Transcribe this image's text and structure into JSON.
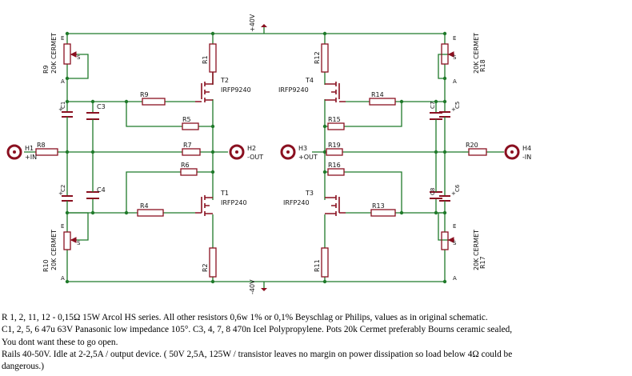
{
  "rails": {
    "positive": "+40V",
    "negative": "-40V"
  },
  "transistors": {
    "t1": {
      "ref": "T1",
      "part": "IRFP240"
    },
    "t2": {
      "ref": "T2",
      "part": "IRFP9240"
    },
    "t3": {
      "ref": "T3",
      "part": "IRFP240"
    },
    "t4": {
      "ref": "T4",
      "part": "IRFP9240"
    }
  },
  "resistors": {
    "r1": "R1",
    "r2": "R2",
    "r4": "R4",
    "r5": "R5",
    "r6": "R6",
    "r7": "R7",
    "r8": "R8",
    "r9": "R9",
    "r11": "R11",
    "r12": "R12",
    "r13": "R13",
    "r14": "R14",
    "r15": "R15",
    "r16": "R16",
    "r19": "R19",
    "r20": "R20"
  },
  "pots": {
    "r9_top": {
      "ref": "R9",
      "value": "20K CERMET"
    },
    "r10": {
      "ref": "R10",
      "value": "20K CERMET"
    },
    "r18": {
      "ref": "R18",
      "value": "20K CERMET"
    },
    "r17": {
      "ref": "R17",
      "value": "20K CERMET"
    },
    "pin_e": "E",
    "pin_a": "A",
    "pin_s": "S"
  },
  "capacitors": {
    "c1": "C1",
    "c2": "C2",
    "c3": "C3",
    "c4": "C4",
    "c5": "C5",
    "c6": "C6",
    "c7": "C7",
    "c8": "C8",
    "plus": "+"
  },
  "connectors": {
    "h1": {
      "ref": "H1",
      "net": "+IN"
    },
    "h2": {
      "ref": "H2",
      "net": "-OUT"
    },
    "h3": {
      "ref": "H3",
      "net": "+OUT"
    },
    "h4": {
      "ref": "H4",
      "net": "-IN"
    }
  },
  "notes": {
    "line1": "R 1, 2, 11, 12 - 0,15Ω 15W Arcol HS series. All other resistors 0,6w 1% or 0,1% Beyschlag or Philips, values as in original schematic.",
    "line2": "C1, 2, 5, 6 47u 63V Panasonic low impedance 105°. C3, 4, 7, 8 470n Icel Polypropylene.  Pots 20k Cermet preferably Bourns ceramic sealed,",
    "line3": "You dont want these to go open.",
    "line4": "Rails 40-50V. Idle at 2-2,5A / output device. ( 50V 2,5A, 125W / transistor leaves no margin on power dissipation so load below 4Ω could be",
    "line5": "dangerous.)"
  },
  "colors": {
    "wire": "#1f7a2a",
    "part": "#8a1020",
    "junction": "#1f7a2a",
    "text": "#111111"
  }
}
